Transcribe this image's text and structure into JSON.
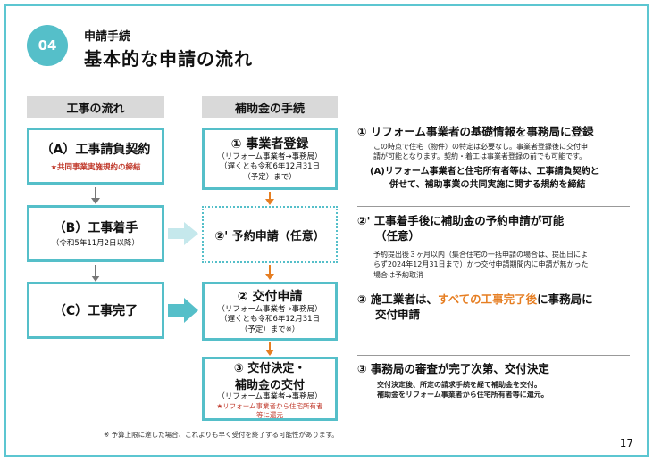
{
  "header": {
    "badge": "04",
    "subtitle": "申請手続",
    "title": "基本的な申請の流れ"
  },
  "columns": {
    "left": "工事の流れ",
    "mid": "補助金の手続"
  },
  "left_boxes": {
    "a_title": "（A）工事請負契約",
    "a_note": "★共同事業実施規約の締結",
    "b_title": "（B）工事着手",
    "b_note": "（令和5年11月2日以降）",
    "c_title": "（C）工事完了"
  },
  "mid_boxes": {
    "s1_title": "① 事業者登録",
    "s1_line1": "（リフォーム事業者→事務局）",
    "s1_line2": "（遅くとも令和6年12月31日",
    "s1_line3": "（予定）まで）",
    "s2_title": "②' 予約申請（任意）",
    "s3_title": "② 交付申請",
    "s3_line1": "（リフォーム事業者→事務局）",
    "s3_line2": "（遅くとも令和6年12月31日",
    "s3_line3": "（予定）まで※）",
    "s4_title1": "③ 交付決定・",
    "s4_title2": "補助金の交付",
    "s4_line1": "（リフォーム事業者→事務局）",
    "s4_red1": "★リフォーム事業者から住宅所有者",
    "s4_red2": "等に還元"
  },
  "desc": {
    "d1_head": "① リフォーム事業者の基礎情報を事務局に登録",
    "d1_p1": "この時点で住宅（物件）の特定は必要なし。事業者登録後に交付申",
    "d1_p2": "請が可能となります。契約・着工は事業者登録の前でも可能です。",
    "d1_sub1": "(A)リフォーム事業者と住宅所有者等は、工事請負契約と",
    "d1_sub2": "併せて、補助事業の共同実施に関する規約を締結",
    "d2_head1": "②' 工事着手後に補助金の予約申請が可能",
    "d2_head2": "（任意）",
    "d2_p1": "予約提出後３ヶ月以内（集合住宅の一括申請の場合は、提出日によ",
    "d2_p2": "らず2024年12月31日まで）かつ交付申請期間内に申請が無かった",
    "d2_p3": "場合は予約取消",
    "d3_head_a": "② 施工業者は、",
    "d3_head_b": "すべての工事完了後",
    "d3_head_c": "に事務局に",
    "d3_head2": "交付申請",
    "d4_head": "③ 事務局の審査が完了次第、交付決定",
    "d4_p1": "交付決定後、所定の請求手続を経て補助金を交付。",
    "d4_p2": "補助金をリフォーム事業者から住宅所有者等に還元。"
  },
  "footnote": "※ 予算上限に達した場合、これよりも早く受付を終了する可能性があります。",
  "page_number": "17",
  "colors": {
    "accent": "#55bfc9",
    "orange": "#e67e22",
    "red": "#c0392b"
  }
}
